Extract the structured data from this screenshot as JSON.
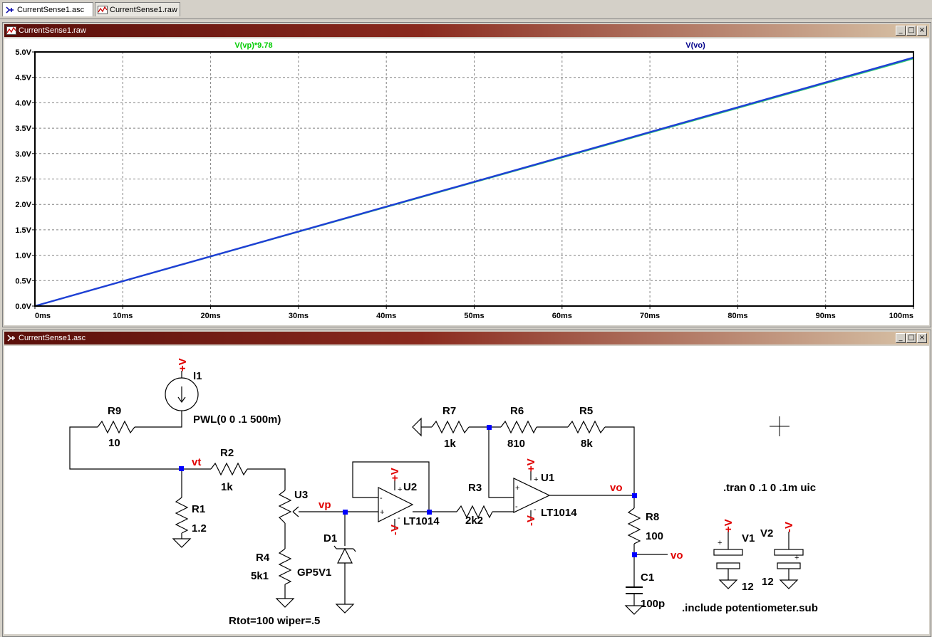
{
  "tabs": [
    {
      "label": "CurrentSense1.asc",
      "icon": "schematic-icon"
    },
    {
      "label": "CurrentSense1.raw",
      "icon": "waveform-icon"
    }
  ],
  "waveform_window": {
    "title": "CurrentSense1.raw",
    "trace_labels": [
      "V(vp)*9.78",
      "V(vo)"
    ],
    "trace_colors": [
      "#00cc00",
      "#00008b"
    ]
  },
  "schematic_window": {
    "title": "CurrentSense1.asc"
  },
  "window_controls": {
    "minimize": "_",
    "maximize": "□",
    "close": "×"
  },
  "chart_data": {
    "type": "line",
    "title": "",
    "xlabel": "",
    "ylabel": "",
    "x_ticks": [
      "0ms",
      "10ms",
      "20ms",
      "30ms",
      "40ms",
      "50ms",
      "60ms",
      "70ms",
      "80ms",
      "90ms",
      "100ms"
    ],
    "y_ticks": [
      "0.0V",
      "0.5V",
      "1.0V",
      "1.5V",
      "2.0V",
      "2.5V",
      "3.0V",
      "3.5V",
      "4.0V",
      "4.5V",
      "5.0V"
    ],
    "xlim": [
      0,
      100
    ],
    "ylim": [
      0,
      5
    ],
    "grid": true,
    "series": [
      {
        "name": "V(vp)*9.78",
        "color": "#2ecc71",
        "x": [
          0,
          100
        ],
        "y": [
          0.0,
          4.87
        ]
      },
      {
        "name": "V(vo)",
        "color": "#1f3fd6",
        "x": [
          0,
          100
        ],
        "y": [
          0.0,
          4.89
        ]
      }
    ]
  },
  "schematic": {
    "components": {
      "i1": {
        "name": "I1",
        "value": "PWL(0 0 .1 500m)"
      },
      "r9": {
        "name": "R9",
        "value": "10"
      },
      "r2": {
        "name": "R2",
        "value": "1k"
      },
      "r1": {
        "name": "R1",
        "value": "1.2"
      },
      "u3": {
        "name": "U3"
      },
      "r4": {
        "name": "R4",
        "value": "5k1"
      },
      "d1": {
        "name": "D1",
        "value": "GP5V1"
      },
      "u2": {
        "name": "U2",
        "value": "LT1014"
      },
      "r3": {
        "name": "R3",
        "value": "2k2"
      },
      "r7": {
        "name": "R7",
        "value": "1k"
      },
      "r6": {
        "name": "R6",
        "value": "810"
      },
      "r5": {
        "name": "R5",
        "value": "8k"
      },
      "u1": {
        "name": "U1",
        "value": "LT1014"
      },
      "r8": {
        "name": "R8",
        "value": "100"
      },
      "c1": {
        "name": "C1",
        "value": "100p"
      },
      "v1": {
        "name": "V1",
        "value": "12"
      },
      "v2": {
        "name": "V2",
        "value": "12"
      }
    },
    "nets": {
      "vt": "vt",
      "vp": "vp",
      "vo": "vo",
      "vo_out": "vo",
      "pos_supply": "+V",
      "neg_supply": "-V"
    },
    "pin_marks": {
      "plus": "+",
      "minus": "-"
    },
    "directives": {
      "tran": ".tran 0 .1 0 .1m uic",
      "include": ".include potentiometer.sub",
      "pot_params": "Rtot=100 wiper=.5"
    }
  }
}
